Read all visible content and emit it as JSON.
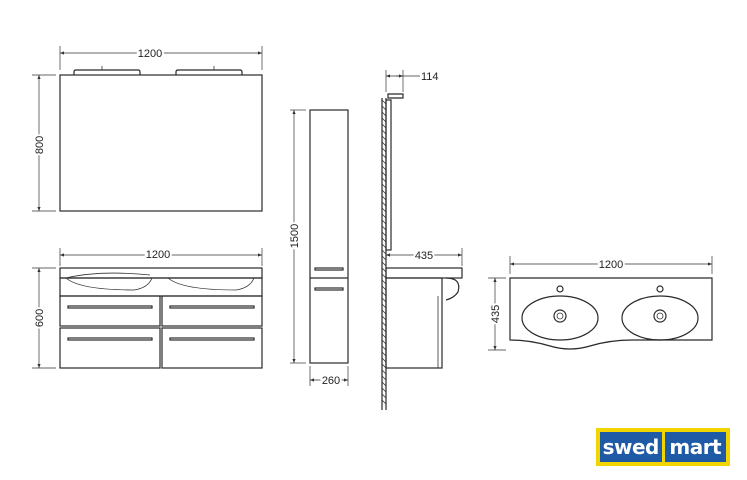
{
  "mirror": {
    "width_label": "1200",
    "height_label": "800"
  },
  "vanity": {
    "width_label": "1200",
    "height_label": "600"
  },
  "tall_cabinet": {
    "height_label": "1500",
    "width_label": "260"
  },
  "side_view": {
    "mirror_depth_label": "114",
    "depth_label": "435"
  },
  "top_view": {
    "width_label": "1200",
    "depth_label": "435"
  },
  "logo": {
    "part1": "swed",
    "part2": "mart",
    "colors": {
      "background": "#f2d500",
      "box": "#1f5aa6",
      "text": "#ffffff"
    }
  }
}
